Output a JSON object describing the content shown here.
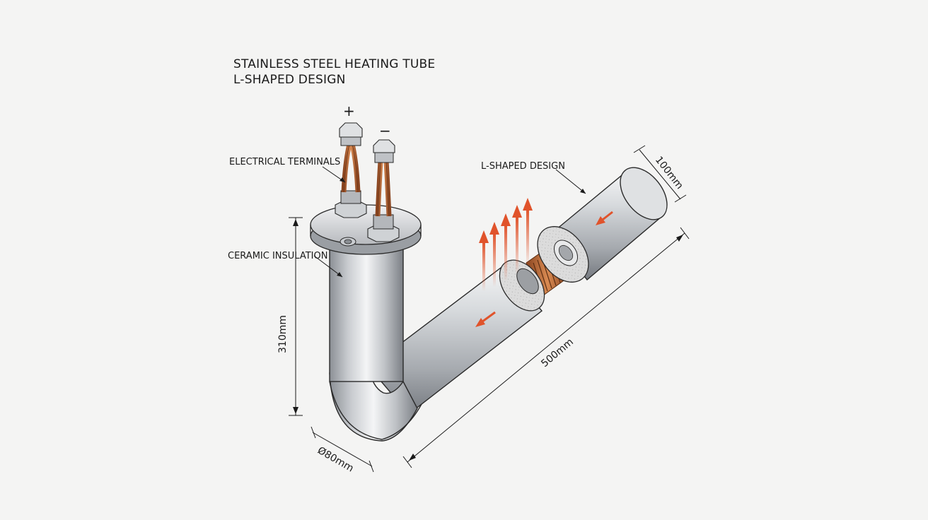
{
  "title": {
    "line1": "STAINLESS STEEL HEATING TUBE",
    "line2": "L-SHAPED DESIGN"
  },
  "labels": {
    "electrical_terminals": "ELECTRICAL TERMINALS",
    "ceramic_insulation": "CERAMIC INSULATION",
    "l_shaped_design": "L-SHAPED DESIGN"
  },
  "terminals": {
    "positive": "+",
    "negative": "−"
  },
  "dimensions": {
    "height": "310mm",
    "diameter": "Ø80mm",
    "length": "500mm",
    "end_diameter": "100mm"
  },
  "colors": {
    "steel_light": "#f2f3f4",
    "steel_mid": "#b9bcc0",
    "steel_dark": "#7d8187",
    "copper": "#b8632e",
    "heat_arrow": "#e0532b",
    "line": "#1a1a1a"
  }
}
